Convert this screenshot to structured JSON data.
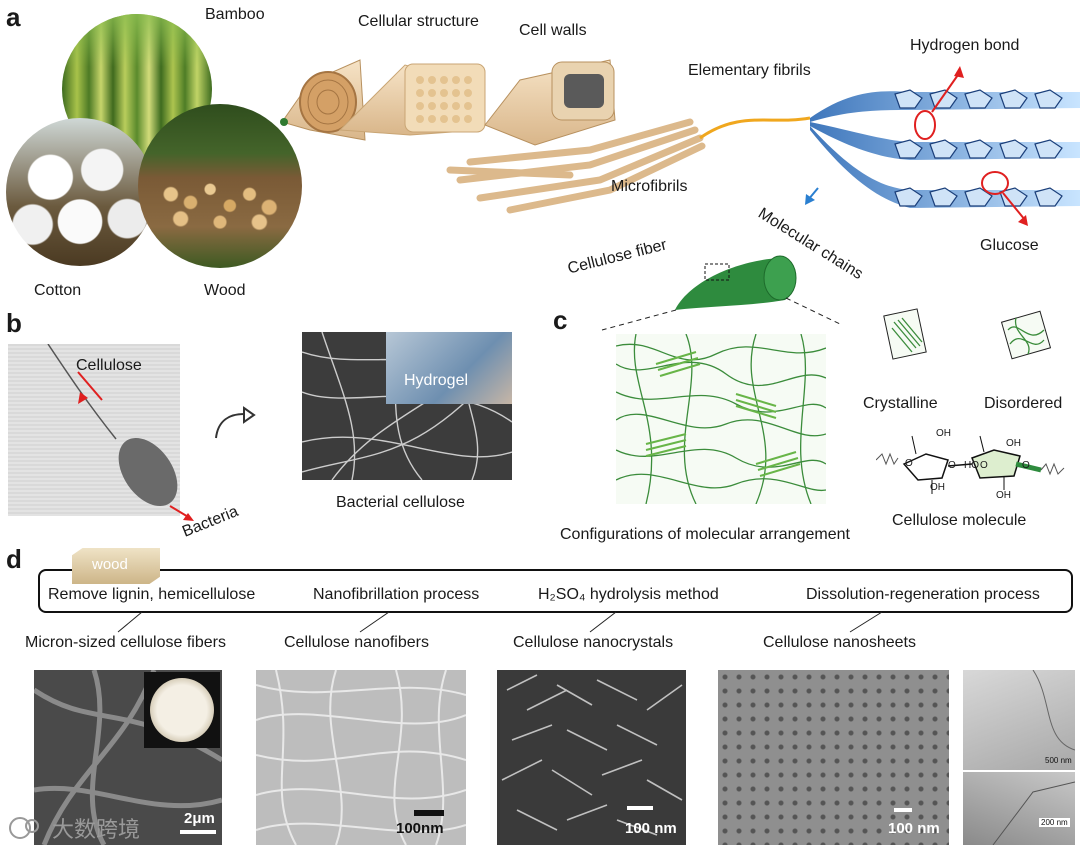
{
  "panels": {
    "a": "a",
    "b": "b",
    "c": "c",
    "d": "d"
  },
  "a": {
    "sources": {
      "bamboo": "Bamboo",
      "cotton": "Cotton",
      "wood": "Wood"
    },
    "hierarchy": {
      "cellular_structure": "Cellular structure",
      "cell_walls": "Cell walls",
      "elementary_fibrils": "Elementary fibrils",
      "microfibrils": "Microfibrils",
      "molecular_chains": "Molecular chains",
      "hydrogen_bond": "Hydrogen bond",
      "glucose": "Glucose"
    }
  },
  "b": {
    "cellulose": "Cellulose",
    "bacteria": "Bacteria",
    "hydrogel": "Hydrogel",
    "bacterial_cellulose": "Bacterial cellulose"
  },
  "c": {
    "cellulose_fiber": "Cellulose fiber",
    "crystalline": "Crystalline",
    "disordered": "Disordered",
    "oh": "OH",
    "o": "O",
    "ho": "HO",
    "cellulose_molecule": "Cellulose molecule",
    "configurations": "Configurations of molecular arrangement"
  },
  "d": {
    "wood_block": "wood",
    "steps": [
      "Remove lignin, hemicellulose",
      "Nanofibrillation process",
      "H₂SO₄ hydrolysis method",
      "Dissolution-regeneration process"
    ],
    "products": [
      "Micron-sized cellulose fibers",
      "Cellulose nanofibers",
      "Cellulose nanocrystals",
      "Cellulose nanosheets"
    ],
    "scale_bars": [
      "2μm",
      "100nm",
      "100 nm",
      "100 nm",
      "500 nm",
      "200 nm"
    ]
  },
  "watermark": "大数跨境",
  "colors": {
    "fiber_tan": "#e8c9a0",
    "cellulose_green": "#2e8b3e",
    "chain_blue": "#2a7fd0",
    "arrow_red": "#e02020",
    "frame": "#111111"
  }
}
